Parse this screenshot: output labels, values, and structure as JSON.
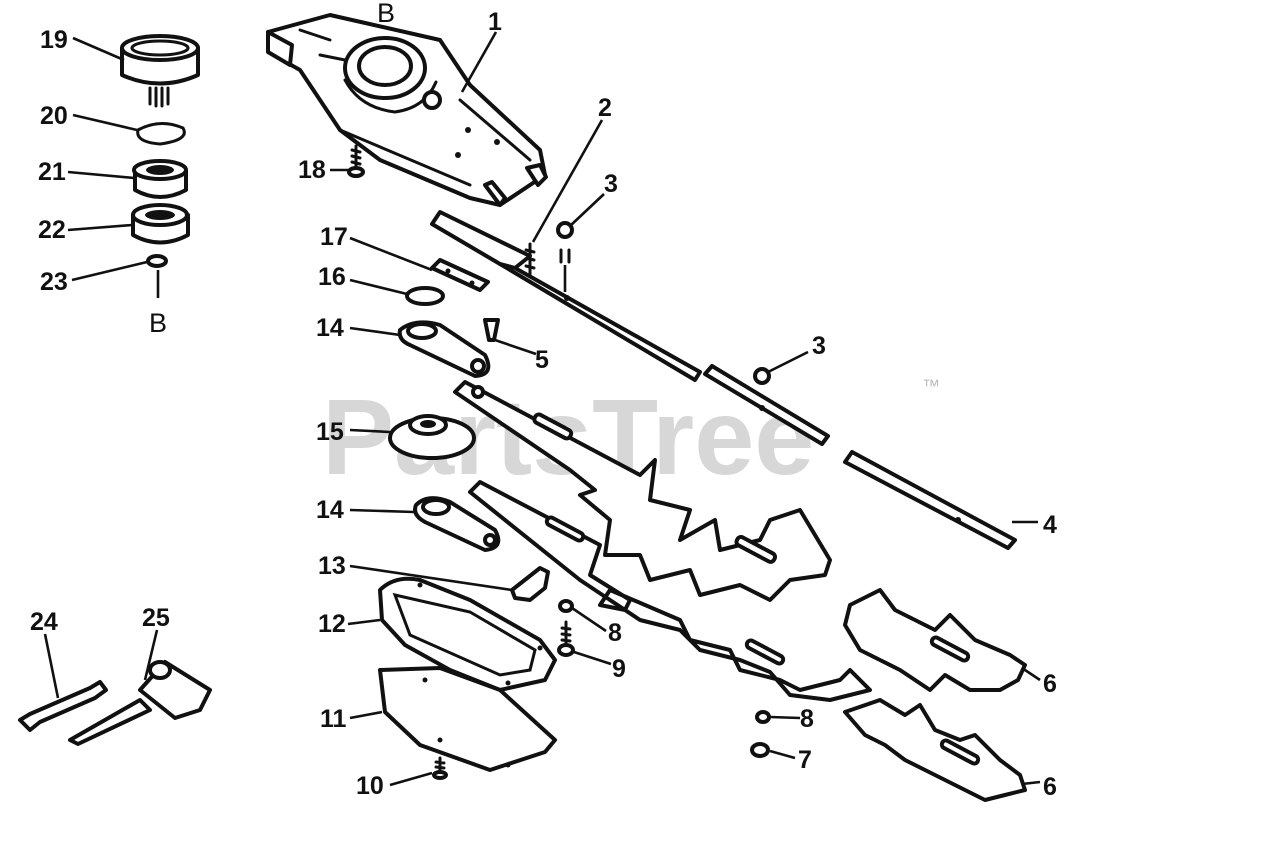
{
  "watermark": {
    "text": "PartsTree",
    "trademark": "™"
  },
  "assembly_refs": [
    {
      "key": "top",
      "text": "B"
    },
    {
      "key": "left",
      "text": "B"
    }
  ],
  "callouts": [
    {
      "key": "c1",
      "text": "1"
    },
    {
      "key": "c2",
      "text": "2"
    },
    {
      "key": "c3a",
      "text": "3"
    },
    {
      "key": "c3b",
      "text": "3"
    },
    {
      "key": "c4",
      "text": "4"
    },
    {
      "key": "c5",
      "text": "5"
    },
    {
      "key": "c6a",
      "text": "6"
    },
    {
      "key": "c6b",
      "text": "6"
    },
    {
      "key": "c7",
      "text": "7"
    },
    {
      "key": "c8a",
      "text": "8"
    },
    {
      "key": "c8b",
      "text": "8"
    },
    {
      "key": "c9",
      "text": "9"
    },
    {
      "key": "c10",
      "text": "10"
    },
    {
      "key": "c11",
      "text": "11"
    },
    {
      "key": "c12",
      "text": "12"
    },
    {
      "key": "c13",
      "text": "13"
    },
    {
      "key": "c14a",
      "text": "14"
    },
    {
      "key": "c14b",
      "text": "14"
    },
    {
      "key": "c15",
      "text": "15"
    },
    {
      "key": "c16",
      "text": "16"
    },
    {
      "key": "c17",
      "text": "17"
    },
    {
      "key": "c18",
      "text": "18"
    },
    {
      "key": "c19",
      "text": "19"
    },
    {
      "key": "c20",
      "text": "20"
    },
    {
      "key": "c21",
      "text": "21"
    },
    {
      "key": "c22",
      "text": "22"
    },
    {
      "key": "c23",
      "text": "23"
    },
    {
      "key": "c24",
      "text": "24"
    },
    {
      "key": "c25",
      "text": "25"
    }
  ]
}
